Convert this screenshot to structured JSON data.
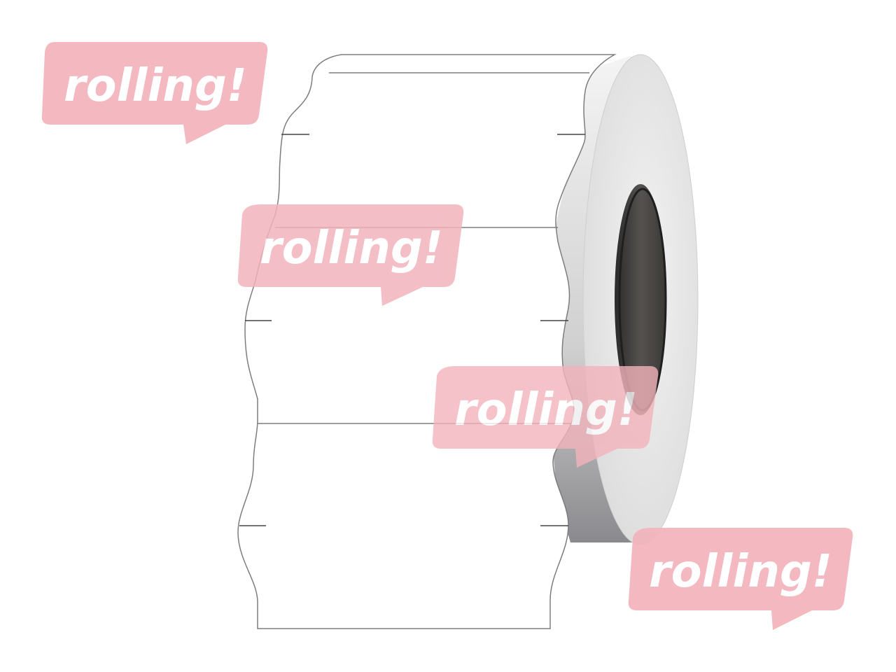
{
  "watermarks": [
    {
      "text": "rolling!"
    },
    {
      "text": "rolling!"
    },
    {
      "text": "rolling!"
    },
    {
      "text": "rolling!"
    }
  ],
  "colors": {
    "background": "#ffffff",
    "watermark_bubble": "#f2b3bb",
    "label_outline": "#8a8a8a",
    "roll_side": "#e6e6e6",
    "core": "#4a4846"
  }
}
